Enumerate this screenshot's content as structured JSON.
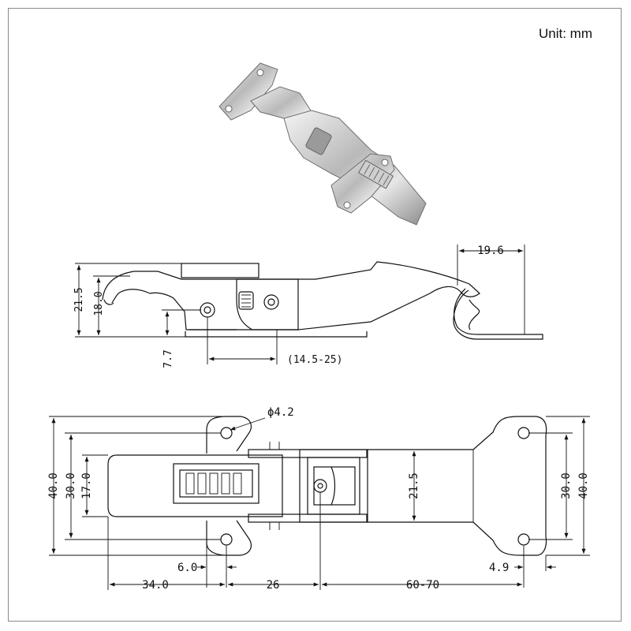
{
  "unit_label": "Unit: mm",
  "side_view": {
    "dims": {
      "height_total": "21.5",
      "height_inner": "18.0",
      "hook_offset": "19.6",
      "hole_offset": "7.7",
      "adjust_range": "(14.5-25)"
    }
  },
  "top_view": {
    "dims": {
      "hole_diameter": "ϕ4.2",
      "width_outer_left": "40.0",
      "width_mid_left": "30.0",
      "width_inner_left": "17.0",
      "width_center": "21.5",
      "width_mid_right": "30.0",
      "width_outer_right": "40.0",
      "hole_edge_left": "6.0",
      "hole_edge_right": "4.9",
      "span_a": "34.0",
      "span_b": "26",
      "span_c": "60-70"
    }
  }
}
